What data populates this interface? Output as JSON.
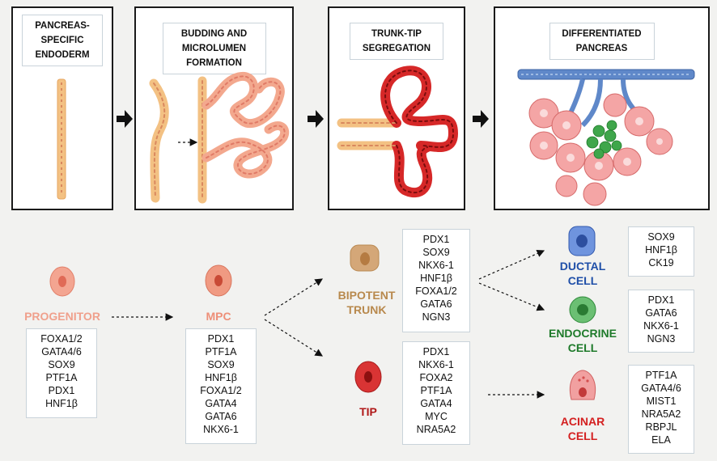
{
  "panels": [
    {
      "title_lines": [
        "PANCREAS-",
        "SPECIFIC",
        "ENDODERM"
      ]
    },
    {
      "title_lines": [
        "BUDDING AND",
        "MICROLUMEN",
        "FORMATION"
      ]
    },
    {
      "title_lines": [
        "TRUNK-TIP",
        "SEGREGATION"
      ]
    },
    {
      "title_lines": [
        "DIFFERENTIATED",
        "PANCREAS"
      ]
    }
  ],
  "cells": {
    "progenitor": {
      "label_lines": [
        "PROGENITOR"
      ],
      "color": "#f0a08c",
      "markers": [
        "FOXA1/2",
        "GATA4/6",
        "SOX9",
        "PTF1A",
        "PDX1",
        "HNF1β"
      ]
    },
    "mpc": {
      "label_lines": [
        "MPC"
      ],
      "color": "#ee8f78",
      "markers": [
        "PDX1",
        "PTF1A",
        "SOX9",
        "HNF1β",
        "FOXA1/2",
        "GATA4",
        "GATA6",
        "NKX6-1"
      ]
    },
    "bipotent_trunk": {
      "label_lines": [
        "BIPOTENT",
        "TRUNK"
      ],
      "color": "#b8894d",
      "markers": [
        "PDX1",
        "SOX9",
        "NKX6-1",
        "HNF1β",
        "FOXA1/2",
        "GATA6",
        "NGN3"
      ]
    },
    "tip": {
      "label_lines": [
        "TIP"
      ],
      "color": "#b01818",
      "markers": [
        "PDX1",
        "NKX6-1",
        "FOXA2",
        "PTF1A",
        "GATA4",
        "MYC",
        "NRA5A2"
      ]
    },
    "ductal": {
      "label_lines": [
        "DUCTAL",
        "CELL"
      ],
      "color": "#1f4fa8",
      "markers": [
        "SOX9",
        "HNF1β",
        "CK19"
      ]
    },
    "endocrine": {
      "label_lines": [
        "ENDOCRINE",
        "CELL"
      ],
      "color": "#1e7a2a",
      "markers": [
        "PDX1",
        "GATA6",
        "NKX6-1",
        "NGN3"
      ]
    },
    "acinar": {
      "label_lines": [
        "ACINAR",
        "CELL"
      ],
      "color": "#d42020",
      "markers": [
        "PTF1A",
        "GATA4/6",
        "MIST1",
        "NRA5A2",
        "RBPJL",
        "ELA"
      ]
    }
  }
}
